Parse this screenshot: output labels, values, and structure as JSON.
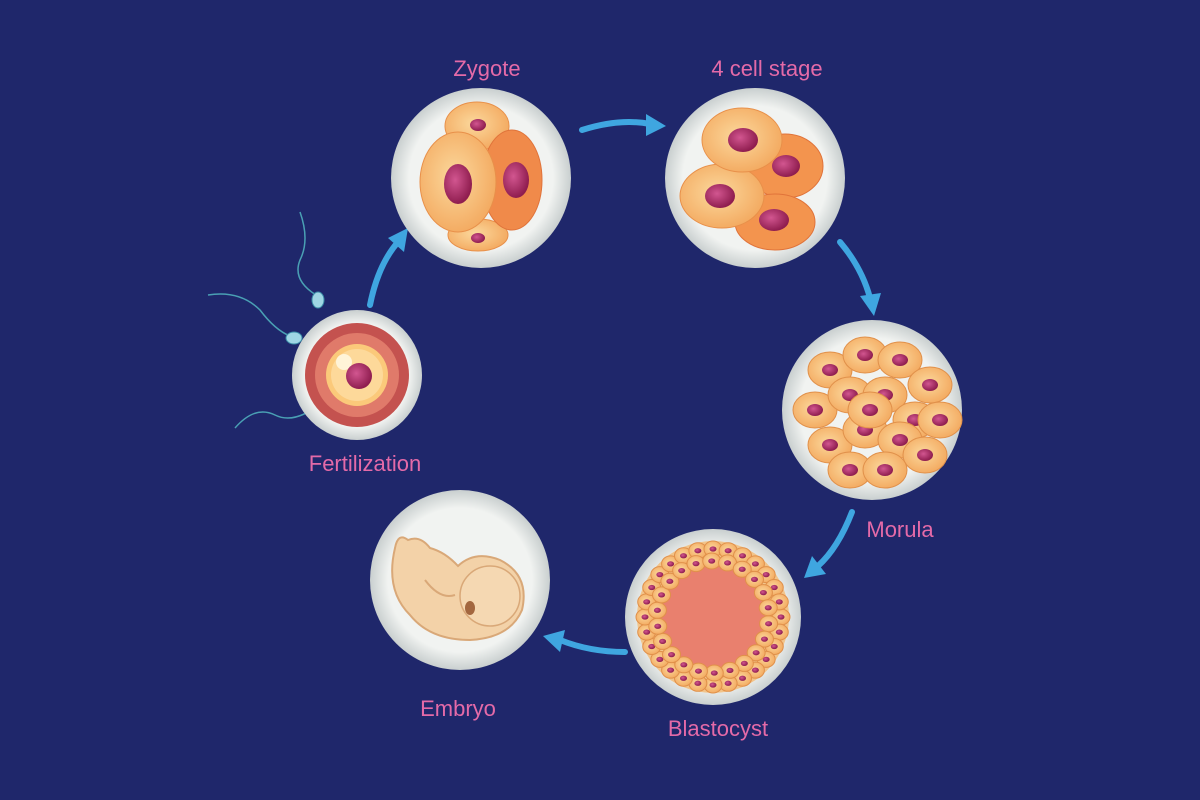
{
  "diagram": {
    "stages": [
      {
        "label": "Fertilization"
      },
      {
        "label": "Zygote"
      },
      {
        "label": "4 cell stage"
      },
      {
        "label": "Morula"
      },
      {
        "label": "Blastocyst"
      },
      {
        "label": "Embryo"
      }
    ],
    "flow": [
      "Fertilization",
      "Zygote",
      "4 cell stage",
      "Morula",
      "Blastocyst",
      "Embryo"
    ],
    "colors": {
      "background": "#1f276b",
      "label": "#e46aa8",
      "arrow": "#3fa6e0",
      "membrane": "#dfe3e2",
      "cell": "#f7c27e",
      "nucleus": "#a8245e"
    }
  }
}
